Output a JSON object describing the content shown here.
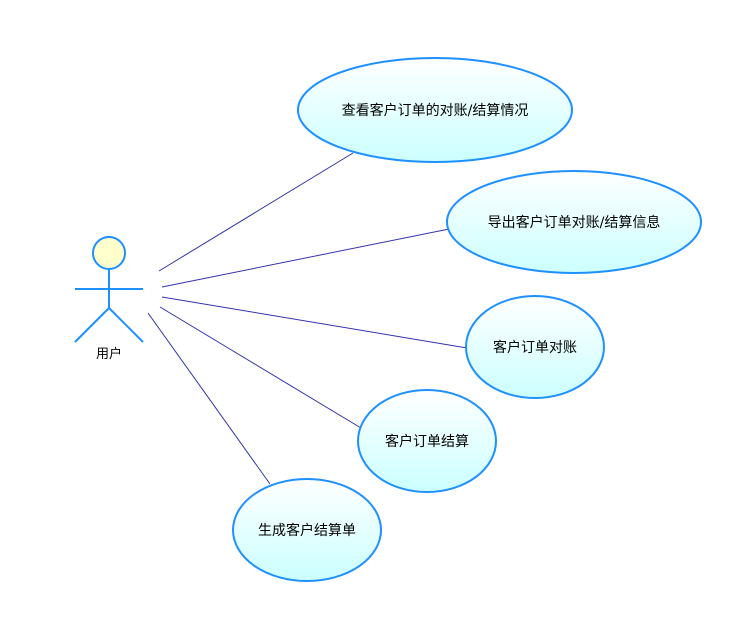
{
  "actor": {
    "label": "用户",
    "head_fill": "#ffffcc",
    "stroke": "#1e90ff"
  },
  "use_cases": [
    {
      "id": "uc1",
      "label": "查看客户订单的对账/结算情况"
    },
    {
      "id": "uc2",
      "label": "导出客户订单对账/结算信息"
    },
    {
      "id": "uc3",
      "label": "客户订单对账"
    },
    {
      "id": "uc4",
      "label": "客户订单结算"
    },
    {
      "id": "uc5",
      "label": "生成客户结算单"
    }
  ],
  "colors": {
    "ellipse_stroke": "#1e90ff",
    "ellipse_fill_top": "#ffffff",
    "ellipse_fill_bottom": "#ccffff",
    "association": "#3333aa"
  }
}
